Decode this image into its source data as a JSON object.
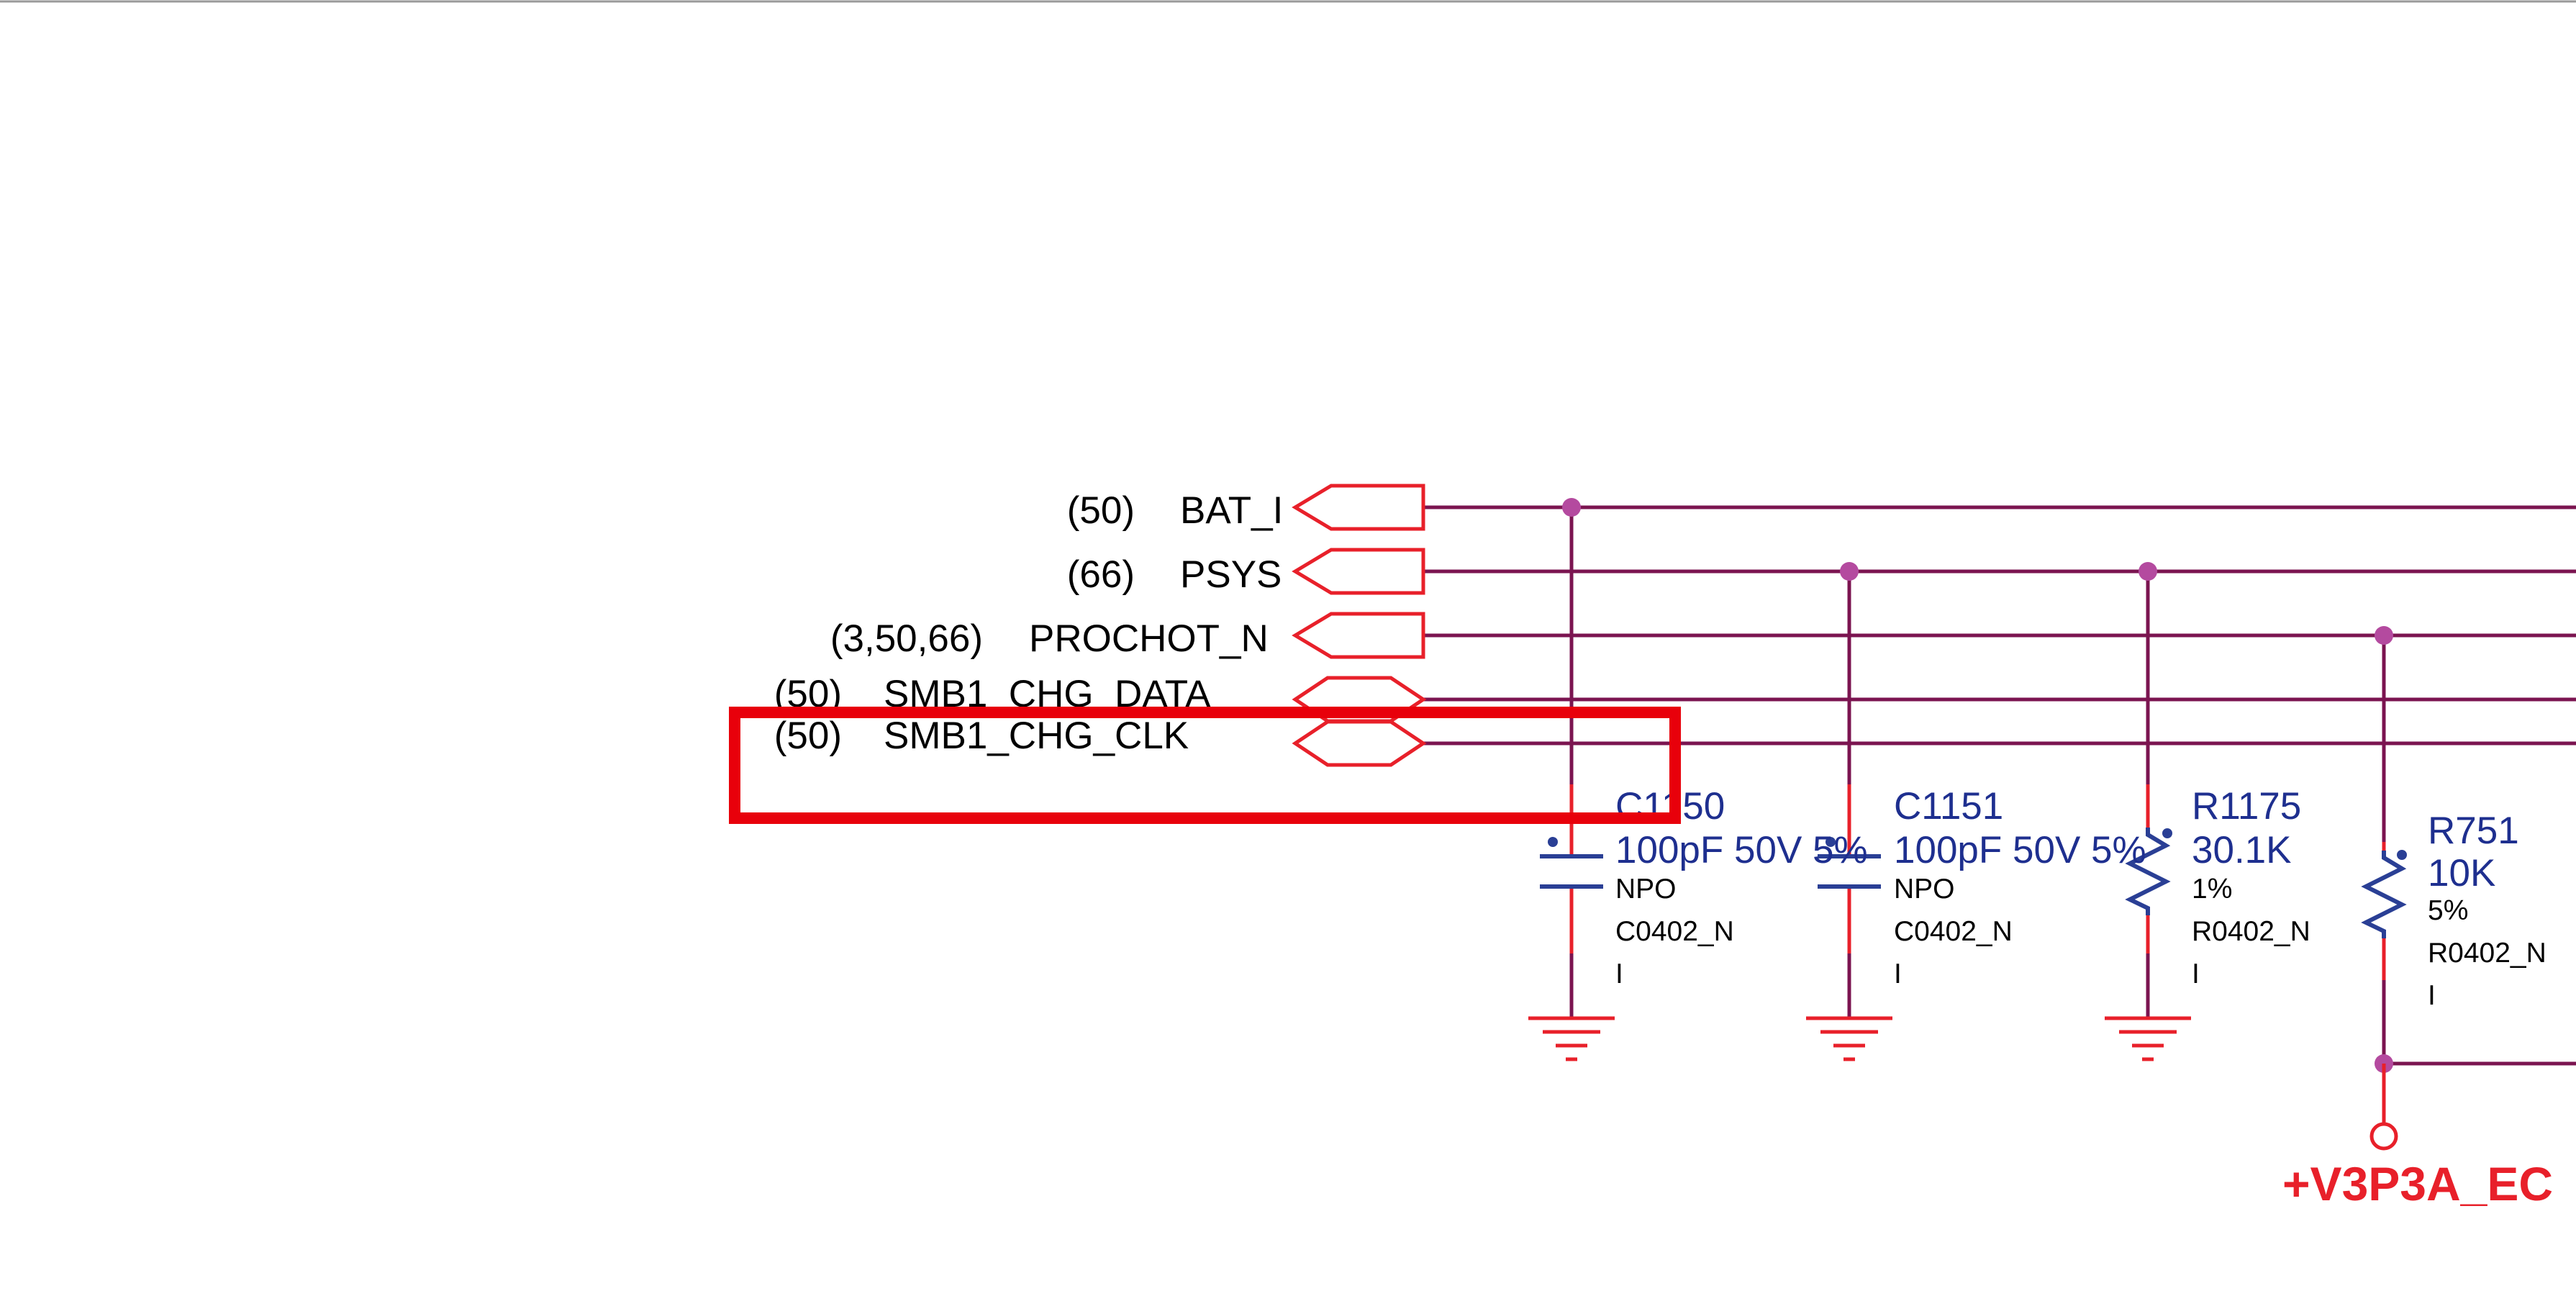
{
  "colors": {
    "wire": "#7b1450",
    "junction": "#b44a9f",
    "offpage_connector": "#e8202a",
    "component_symbol": "#2a3f95",
    "component_lead": "#e8202a",
    "ground": "#e8202a",
    "highlight_box": "#e8000b",
    "power_label": "#e8202a"
  },
  "nets": [
    {
      "pages": "(50)",
      "name": "BAT_I"
    },
    {
      "pages": "(66)",
      "name": "PSYS"
    },
    {
      "pages": "(3,50,66)",
      "name": "PROCHOT_N"
    },
    {
      "pages": "(50)",
      "name": "SMB1_CHG_DATA"
    },
    {
      "pages": "(50)",
      "name": "SMB1_CHG_CLK"
    }
  ],
  "components": [
    {
      "ref": "C1150",
      "value": "100pF 50V 5%",
      "attr1": "NPO",
      "attr2": "C0402_N",
      "attr3": "I",
      "icon": "capacitor-icon"
    },
    {
      "ref": "C1151",
      "value": "100pF 50V 5%",
      "attr1": "NPO",
      "attr2": "C0402_N",
      "attr3": "I",
      "icon": "capacitor-icon"
    },
    {
      "ref": "R1175",
      "value": "30.1K",
      "attr1": "1%",
      "attr2": "R0402_N",
      "attr3": "I",
      "icon": "resistor-icon"
    },
    {
      "ref": "R751",
      "value": "10K",
      "attr1": "5%",
      "attr2": "R0402_N",
      "attr3": "I",
      "icon": "resistor-icon"
    }
  ],
  "power": {
    "label": "+V3P3A_EC"
  }
}
